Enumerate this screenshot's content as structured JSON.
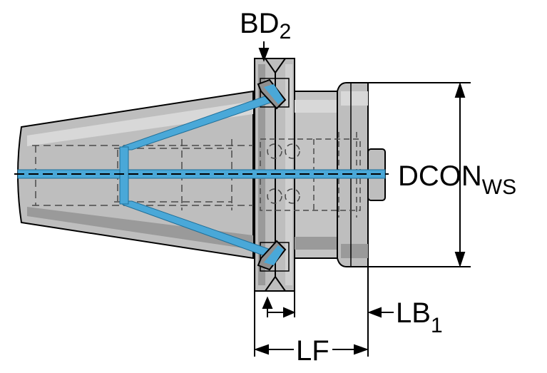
{
  "labels": {
    "bd2": {
      "main": "BD",
      "sub": "2"
    },
    "dcon_ws": {
      "main": "DCON",
      "sub": "WS"
    },
    "lb1": {
      "main": "LB",
      "sub": "1"
    },
    "lf": {
      "main": "LF"
    }
  },
  "colors": {
    "body_fill": "#bebebe",
    "body_fill_dark": "#8f8f8f",
    "body_fill_light": "#d8d8d8",
    "outline": "#000000",
    "hidden_line": "#4a4a4a",
    "coolant_channel": "#4aa8d8",
    "coolant_channel_dark": "#1f6f99",
    "background": "#ffffff"
  }
}
